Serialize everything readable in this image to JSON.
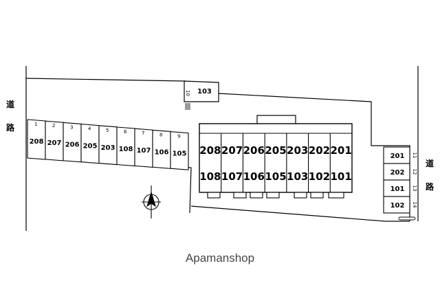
{
  "map": {
    "road_label_left": "道\n路",
    "road_label_right": "道\n路",
    "watermark": "Apamanshop",
    "building": {
      "top_row": [
        "208",
        "207",
        "206",
        "205",
        "203",
        "202",
        "201"
      ],
      "bottom_row": [
        "108",
        "107",
        "106",
        "105",
        "103",
        "102",
        "101"
      ]
    },
    "west_parking": [
      {
        "no": "1",
        "label": "208"
      },
      {
        "no": "2",
        "label": "207"
      },
      {
        "no": "3",
        "label": "206"
      },
      {
        "no": "4",
        "label": "205"
      },
      {
        "no": "5",
        "label": "203"
      },
      {
        "no": "6",
        "label": "108"
      },
      {
        "no": "7",
        "label": "107"
      },
      {
        "no": "8",
        "label": "106"
      },
      {
        "no": "9",
        "label": "105"
      }
    ],
    "top_parking": {
      "no": "10",
      "label": "103"
    },
    "east_parking": [
      {
        "no": "11",
        "label": "201"
      },
      {
        "no": "12",
        "label": "202"
      },
      {
        "no": "13",
        "label": "101"
      },
      {
        "no": "14",
        "label": "102"
      }
    ]
  }
}
